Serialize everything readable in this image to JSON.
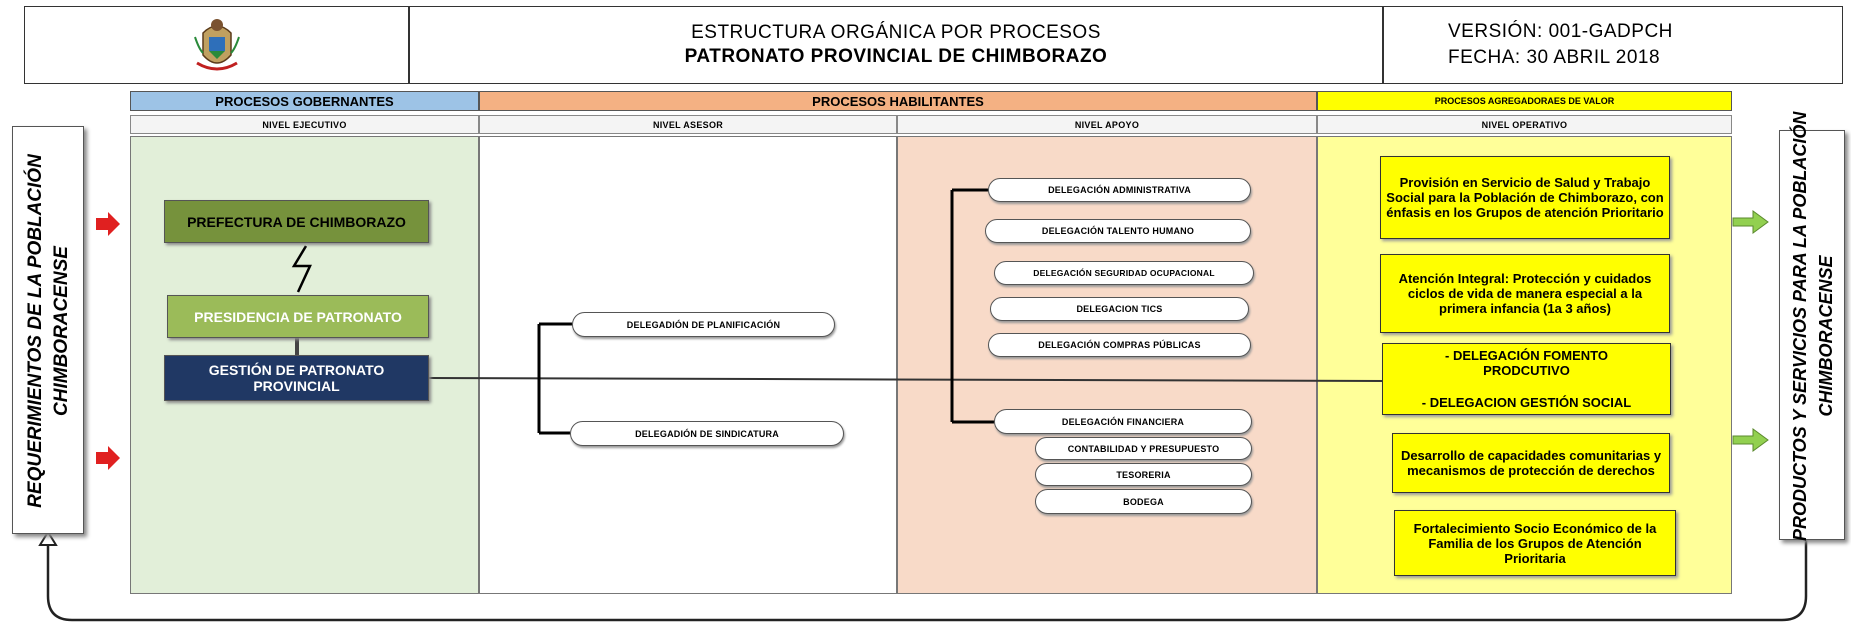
{
  "header": {
    "title_line1": "ESTRUCTURA ORGÁNICA POR PROCESOS",
    "title_line2": "PATRONATO PROVINCIAL DE CHIMBORAZO",
    "version": "VERSIÓN: 001-GADPCH",
    "date": "FECHA: 30 ABRIL 2018"
  },
  "columns": {
    "governing": "PROCESOS GOBERNANTES",
    "enabling": "PROCESOS HABILITANTES",
    "value": "PROCESOS AGREGADORAES DE VALOR"
  },
  "levels": {
    "executive": "NIVEL EJECUTIVO",
    "advisory": "NIVEL ASESOR",
    "support": "NIVEL APOYO",
    "operative": "NIVEL OPERATIVO"
  },
  "side": {
    "left_line1": "REQUERIMIENTOS DE LA POBLACIÓN",
    "left_line2": "CHIMBORACENSE",
    "right_line1": "PRODUCTOS Y SERVICIOS PARA LA POBLACIÓN",
    "right_line2": "CHIMBORACENSE"
  },
  "governing_boxes": {
    "prefectura": "PREFECTURA DE CHIMBORAZO",
    "presidencia": "PRESIDENCIA DE PATRONATO",
    "gestion": "GESTIÓN DE PATRONATO PROVINCIAL"
  },
  "advisory_items": [
    "DELEGADIÓN DE PLANIFICACIÓN",
    "DELEGADIÓN DE SINDICATURA"
  ],
  "support_items": [
    "DELEGACIÓN ADMINISTRATIVA",
    "DELEGACIÓN TALENTO HUMANO",
    "DELEGACIÓN SEGURIDAD OCUPACIONAL",
    "DELEGACION TICS",
    "DELEGACIÓN COMPRAS PÚBLICAS",
    "DELEGACIÓN FINANCIERA"
  ],
  "finance_sub_items": [
    "CONTABILIDAD Y PRESUPUESTO",
    "TESORERIA",
    "BODEGA"
  ],
  "value_boxes": [
    "Provisión en Servicio de Salud y Trabajo Social para la Población de Chimborazo, con énfasis en los Grupos de atención Prioritario",
    "Atención Integral: Protección y cuidados ciclos de vida de manera especial a la primera infancia (1a 3 años)",
    "- DELEGACIÓN FOMENTO PRODCUTIVO",
    "- DELEGACION GESTIÓN SOCIAL",
    "Desarrollo de capacidades comunitarias y mecanismos de protección de derechos",
    "Fortalecimiento Socio Económico de la Familia de los Grupos de Atención Prioritaria"
  ],
  "colors": {
    "governing_header": "#9dc3e6",
    "enabling_header": "#f4b183",
    "value_header": "#ffff00",
    "governing_bg": "#e2efd9",
    "support_bg": "#f8dac8",
    "value_bg": "#ffff99",
    "olive_box": "#76923c",
    "olive_box_light": "#9bbb59",
    "navy_box": "#203864",
    "red_arrow": "#e02020",
    "green_arrow": "#92d050"
  },
  "icons": {
    "logo": "coat-of-arms-icon"
  }
}
